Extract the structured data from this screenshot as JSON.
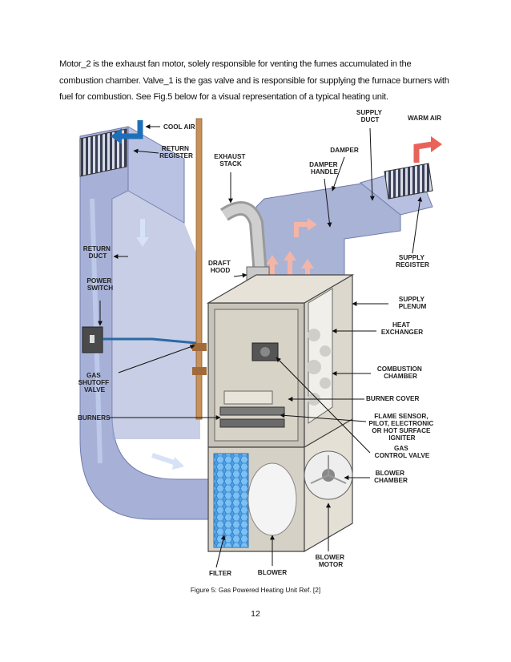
{
  "paragraph": {
    "lines": [
      "Motor_2 is the exhaust fan motor, solely responsible for venting the fumes accumulated in the",
      "combustion chamber.  Valve_1 is the gas valve and is responsible for supplying the furnace burners with",
      "fuel for combustion.  See Fig.5 below for a visual representation of a typical heating unit."
    ]
  },
  "diagram": {
    "labels": {
      "cool_air": "COOL AIR",
      "return_register": [
        "RETURN",
        "REGISTER"
      ],
      "exhaust_stack": [
        "EXHAUST",
        "STACK"
      ],
      "supply_duct": [
        "SUPPLY",
        "DUCT"
      ],
      "warm_air": "WARM AIR",
      "damper": "DAMPER",
      "damper_handle": [
        "DAMPER",
        "HANDLE"
      ],
      "return_duct": [
        "RETURN",
        "DUCT"
      ],
      "draft_hood": [
        "DRAFT",
        "HOOD"
      ],
      "supply_register": [
        "SUPPLY",
        "REGISTER"
      ],
      "power_switch": [
        "POWER",
        "SWITCH"
      ],
      "supply_plenum": [
        "SUPPLY",
        "PLENUM"
      ],
      "heat_exchanger": [
        "HEAT",
        "EXCHANGER"
      ],
      "gas_shutoff_valve": [
        "GAS",
        "SHUTOFF",
        "VALVE"
      ],
      "combustion_chamber": [
        "COMBUSTION",
        "CHAMBER"
      ],
      "burner_cover": "BURNER COVER",
      "burners": "BURNERS",
      "flame_sensor": [
        "FLAME SENSOR,",
        "PILOT, ELECTRONIC",
        "OR HOT SURFACE",
        "IGNITER"
      ],
      "gas_control_valve": [
        "GAS",
        "CONTROL VALVE"
      ],
      "blower_chamber": [
        "BLOWER",
        "CHAMBER"
      ],
      "filter": "FILTER",
      "blower": "BLOWER",
      "blower_motor": [
        "BLOWER",
        "MOTOR"
      ]
    },
    "colors": {
      "duct": "#a9b3d6",
      "duct_dark": "#7c88b9",
      "cool_arrow": "#1f6fb8",
      "warm_arrow": "#e8635a",
      "hot_arrow": "#f3b5a8",
      "cabinet": "#bfbab0",
      "filter": "#5aa6e6",
      "copper": "#c8915a"
    }
  },
  "caption": "Figure 5:  Gas Powered Heating Unit Ref. [2]",
  "page_number": "12"
}
